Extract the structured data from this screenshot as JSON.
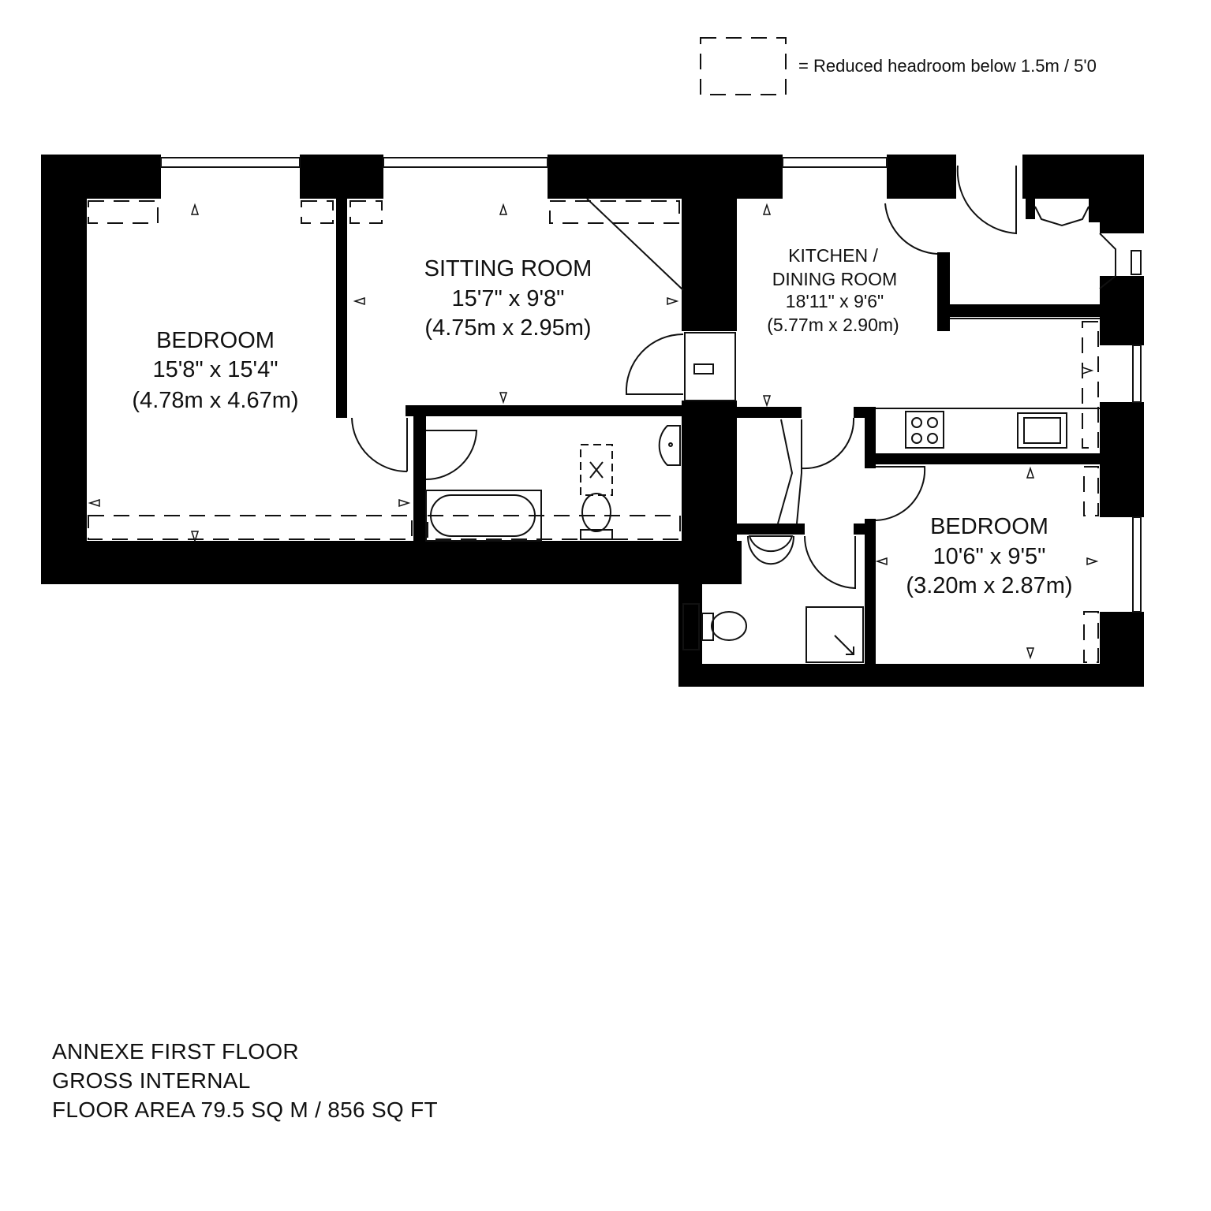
{
  "legend": {
    "text": "= Reduced headroom below 1.5m / 5'0"
  },
  "rooms": {
    "bedroom_1": {
      "name": "BEDROOM",
      "imperial": "15'8\" x 15'4\"",
      "metric": "(4.78m x 4.67m)"
    },
    "sitting_room": {
      "name": "SITTING ROOM",
      "imperial": "15'7\" x 9'8\"",
      "metric": "(4.75m x 2.95m)"
    },
    "kitchen": {
      "name_line1": "KITCHEN /",
      "name_line2": "DINING ROOM",
      "imperial": "18'11\" x 9'6\"",
      "metric": "(5.77m x 2.90m)"
    },
    "bedroom_2": {
      "name": "BEDROOM",
      "imperial": "10'6\" x 9'5\"",
      "metric": "(3.20m x 2.87m)"
    }
  },
  "area": {
    "line1": "ANNEXE FIRST FLOOR",
    "line2": "GROSS INTERNAL",
    "line3": "FLOOR AREA 79.5 SQ M / 856 SQ FT"
  },
  "colors": {
    "wall": "#000000",
    "line": "#111111",
    "background": "#ffffff"
  }
}
